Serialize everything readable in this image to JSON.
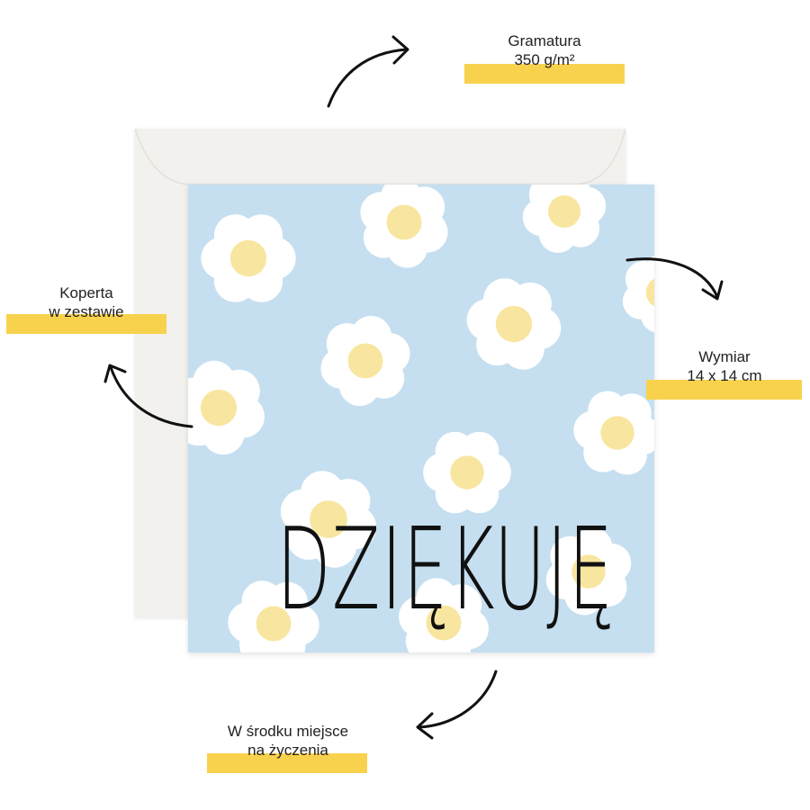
{
  "labels": {
    "weight_title": "Gramatura",
    "weight_value": "350 g/m²",
    "envelope_line1": "Koperta",
    "envelope_line2": "w zestawie",
    "size_title": "Wymiar",
    "size_value": "14 x 14 cm",
    "inside_line1": "W środku miejsce",
    "inside_line2": "na życzenia"
  },
  "card": {
    "title": "DZIĘKUJĘ"
  },
  "colors": {
    "highlight": "#f9d24d",
    "card_background": "#c5dff0",
    "petal": "#ffffff",
    "flower_center": "#f8e6a0",
    "envelope": "#f2f1ee"
  }
}
